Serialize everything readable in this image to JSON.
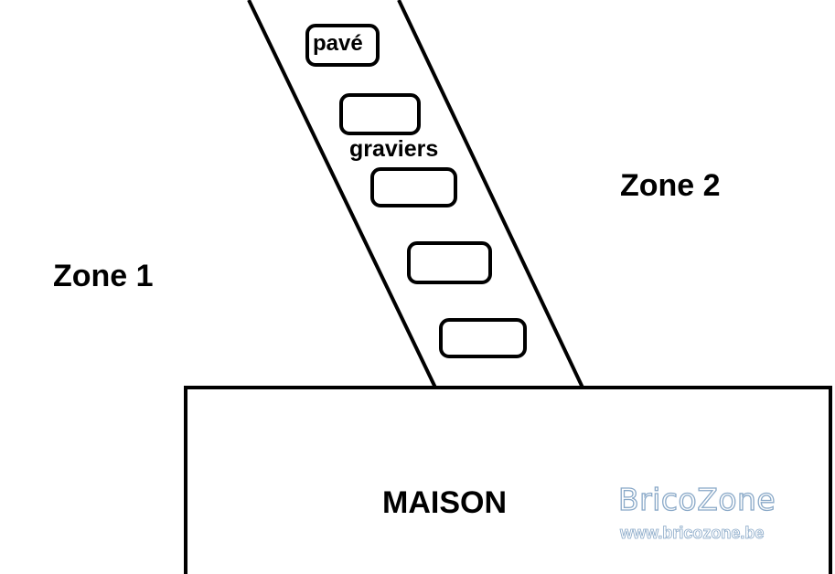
{
  "labels": {
    "zone1": "Zone 1",
    "zone2": "Zone 2",
    "maison": "MAISON",
    "pave": "pavé",
    "graviers": "graviers"
  },
  "watermark": {
    "brand": "BricoZone",
    "url": "www.bricozone.be",
    "color": "#8aa9c8"
  },
  "colors": {
    "stroke": "#000000",
    "background": "#ffffff"
  }
}
